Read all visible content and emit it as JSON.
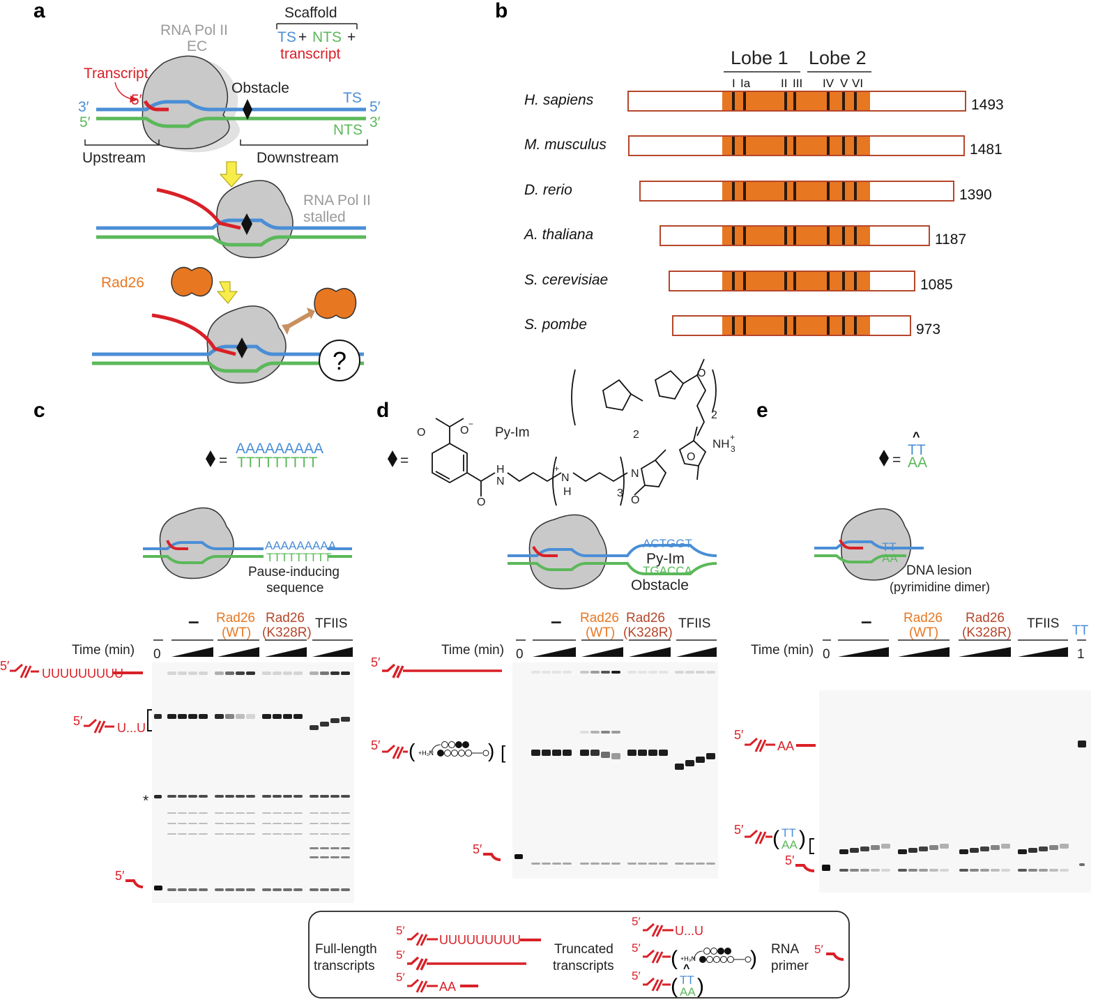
{
  "panel_labels": {
    "a": "a",
    "b": "b",
    "c": "c",
    "d": "d",
    "e": "e"
  },
  "panel_a": {
    "ec_label_1": "RNA Pol II",
    "ec_label_2": "EC",
    "scaffold": "Scaffold",
    "scaffold_ts": "TS",
    "scaffold_plus1": "+",
    "scaffold_nts": "NTS",
    "scaffold_plus2": "+",
    "scaffold_transcript": "transcript",
    "transcript": "Transcript",
    "obstacle": "Obstacle",
    "ts": "TS",
    "nts": "NTS",
    "end_3p": "3′",
    "end_5p": "5′",
    "upstream": "Upstream",
    "downstream": "Downstream",
    "stalled_1": "RNA Pol II",
    "stalled_2": "stalled",
    "rad26": "Rad26",
    "question": "?"
  },
  "panel_b": {
    "lobe1": "Lobe 1",
    "lobe2": "Lobe 2",
    "motifs": [
      "I",
      "Ia",
      "II",
      "III",
      "IV",
      "V",
      "VI"
    ],
    "species": [
      {
        "name": "H. sapiens",
        "length": "1493"
      },
      {
        "name": "M. musculus",
        "length": "1481"
      },
      {
        "name": "D. rerio",
        "length": "1390"
      },
      {
        "name": "A. thaliana",
        "length": "1187"
      },
      {
        "name": "S. cerevisiae",
        "length": "1085"
      },
      {
        "name": "S. pombe",
        "length": "973"
      }
    ]
  },
  "panel_c": {
    "seq_top": "AAAAAAAAA",
    "seq_bottom": "TTTTTTTTT",
    "equals": "=",
    "seq_top_small": "AAAAAAAAA",
    "seq_bottom_small": "TTTTTTTTT",
    "caption_1": "Pause-inducing",
    "caption_2": "sequence",
    "lanes": [
      "–",
      "Rad26",
      "(WT)",
      "Rad26",
      "(K328R)",
      "TFIIS"
    ],
    "time": "Time (min)",
    "zero": "0",
    "full_length": "UUUUUUUUU",
    "truncated": "U...U",
    "asterisk": "*"
  },
  "panel_d": {
    "py_im": "Py-Im",
    "equals": "=",
    "seq_top": "ACTGGT",
    "seq_bottom": "TGACCA",
    "caption_1": "Py-Im",
    "caption_2": "Obstacle",
    "lanes": [
      "–",
      "Rad26",
      "(WT)",
      "Rad26",
      "(K328R)",
      "TFIIS"
    ],
    "time": "Time (min)",
    "zero": "0",
    "sub_2": "2",
    "sub_3": "3",
    "nh3": "NH",
    "nh3_sub": "3",
    "o_minus": "O",
    "chem_o": "O",
    "chem_n": "N",
    "chem_h": "H",
    "chem_plus": "+",
    "chem_minus": "−",
    "h3n": "+H₃N"
  },
  "panel_e": {
    "seq_top": "TT",
    "seq_bottom": "AA",
    "equals": "=",
    "caption_1": "DNA lesion",
    "caption_2": "(pyrimidine dimer)",
    "lanes": [
      "–",
      "Rad26",
      "(WT)",
      "Rad26",
      "(K328R)",
      "TFIIS",
      "TT"
    ],
    "time": "Time (min)",
    "zero": "0",
    "one": "1",
    "full_length": "AA",
    "trunc_top": "TT",
    "trunc_bottom": "AA"
  },
  "legend": {
    "full_1": "Full-length",
    "full_2": "transcripts",
    "trunc_1": "Truncated",
    "trunc_2": "transcripts",
    "rna_1": "RNA",
    "rna_2": "primer",
    "seq_u": "UUUUUUUUU",
    "seq_uu": "U...U",
    "seq_aa": "AA",
    "tt": "TT",
    "aa": "AA",
    "five_prime": "5′"
  },
  "colors": {
    "rna": "#d92027",
    "ts": "#4a8ed6",
    "nts": "#5bb85a",
    "rad26": "#e87722",
    "rad26_mutant": "#b5462a",
    "pol2": "#c9c9c9",
    "arrow": "#f7ec4a",
    "domain_fill": "#e87722",
    "domain_border": "#b5462a"
  }
}
